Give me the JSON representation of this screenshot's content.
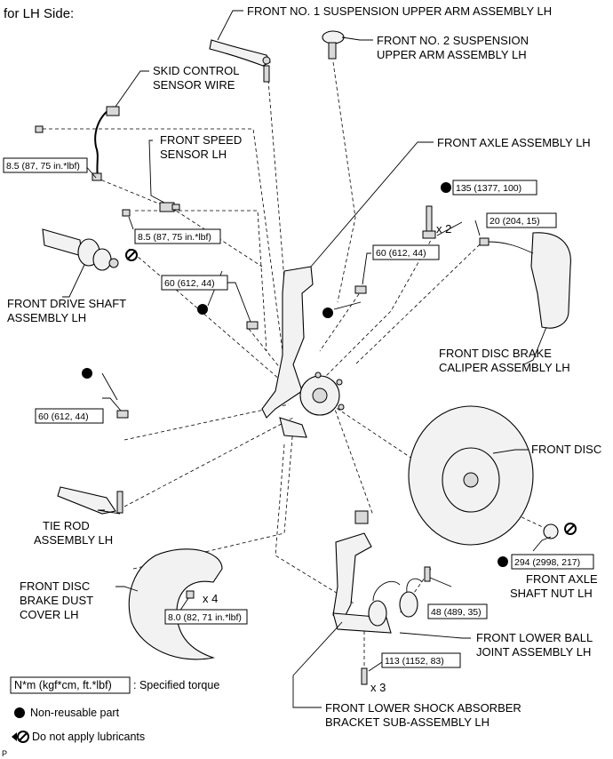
{
  "header": "for LH Side:",
  "footer_mark": "P",
  "labels": {
    "upper_arm_1": "FRONT NO. 1 SUSPENSION UPPER ARM ASSEMBLY LH",
    "upper_arm_2_l1": "FRONT NO. 2 SUSPENSION",
    "upper_arm_2_l2": "UPPER ARM ASSEMBLY LH",
    "skid_l1": "SKID CONTROL",
    "skid_l2": "SENSOR WIRE",
    "speed_l1": "FRONT SPEED",
    "speed_l2": "SENSOR LH",
    "axle": "FRONT AXLE ASSEMBLY LH",
    "drive_l1": "FRONT DRIVE SHAFT",
    "drive_l2": "ASSEMBLY LH",
    "caliper_l1": "FRONT DISC BRAKE",
    "caliper_l2": "CALIPER ASSEMBLY LH",
    "disc": "FRONT DISC",
    "tierod_l1": "TIE ROD",
    "tierod_l2": "ASSEMBLY LH",
    "nut_l1": "FRONT AXLE",
    "nut_l2": "SHAFT NUT LH",
    "cover_l1": "FRONT DISC",
    "cover_l2": "BRAKE DUST",
    "cover_l3": "COVER LH",
    "balljoint_l1": "FRONT LOWER BALL",
    "balljoint_l2": "JOINT ASSEMBLY LH",
    "shock_l1": "FRONT LOWER SHOCK ABSORBER",
    "shock_l2": "BRACKET SUB-ASSEMBLY LH"
  },
  "torques": {
    "skid": "8.5 (87, 75 in.*lbf)",
    "speed": "8.5 (87, 75 in.*lbf)",
    "upper135": "135 (1377, 100)",
    "caliper20": "20 (204, 15)",
    "upper60": "60 (612, 44)",
    "knuckle60": "60 (612, 44)",
    "tierod60": "60 (612, 44)",
    "nut294": "294 (2998, 217)",
    "cover8": "8.0 (82, 71 in.*lbf)",
    "lower48": "48 (489, 35)",
    "shock113": "113 (1152, 83)"
  },
  "quantities": {
    "x2": "x 2",
    "x4": "x 4",
    "x3": "x 3"
  },
  "legend": {
    "torque_units": "N*m (kgf*cm, ft.*lbf)",
    "torque_desc": ": Specified torque",
    "nonreusable": "Non-reusable part",
    "nolube": "Do not apply lubricants"
  }
}
